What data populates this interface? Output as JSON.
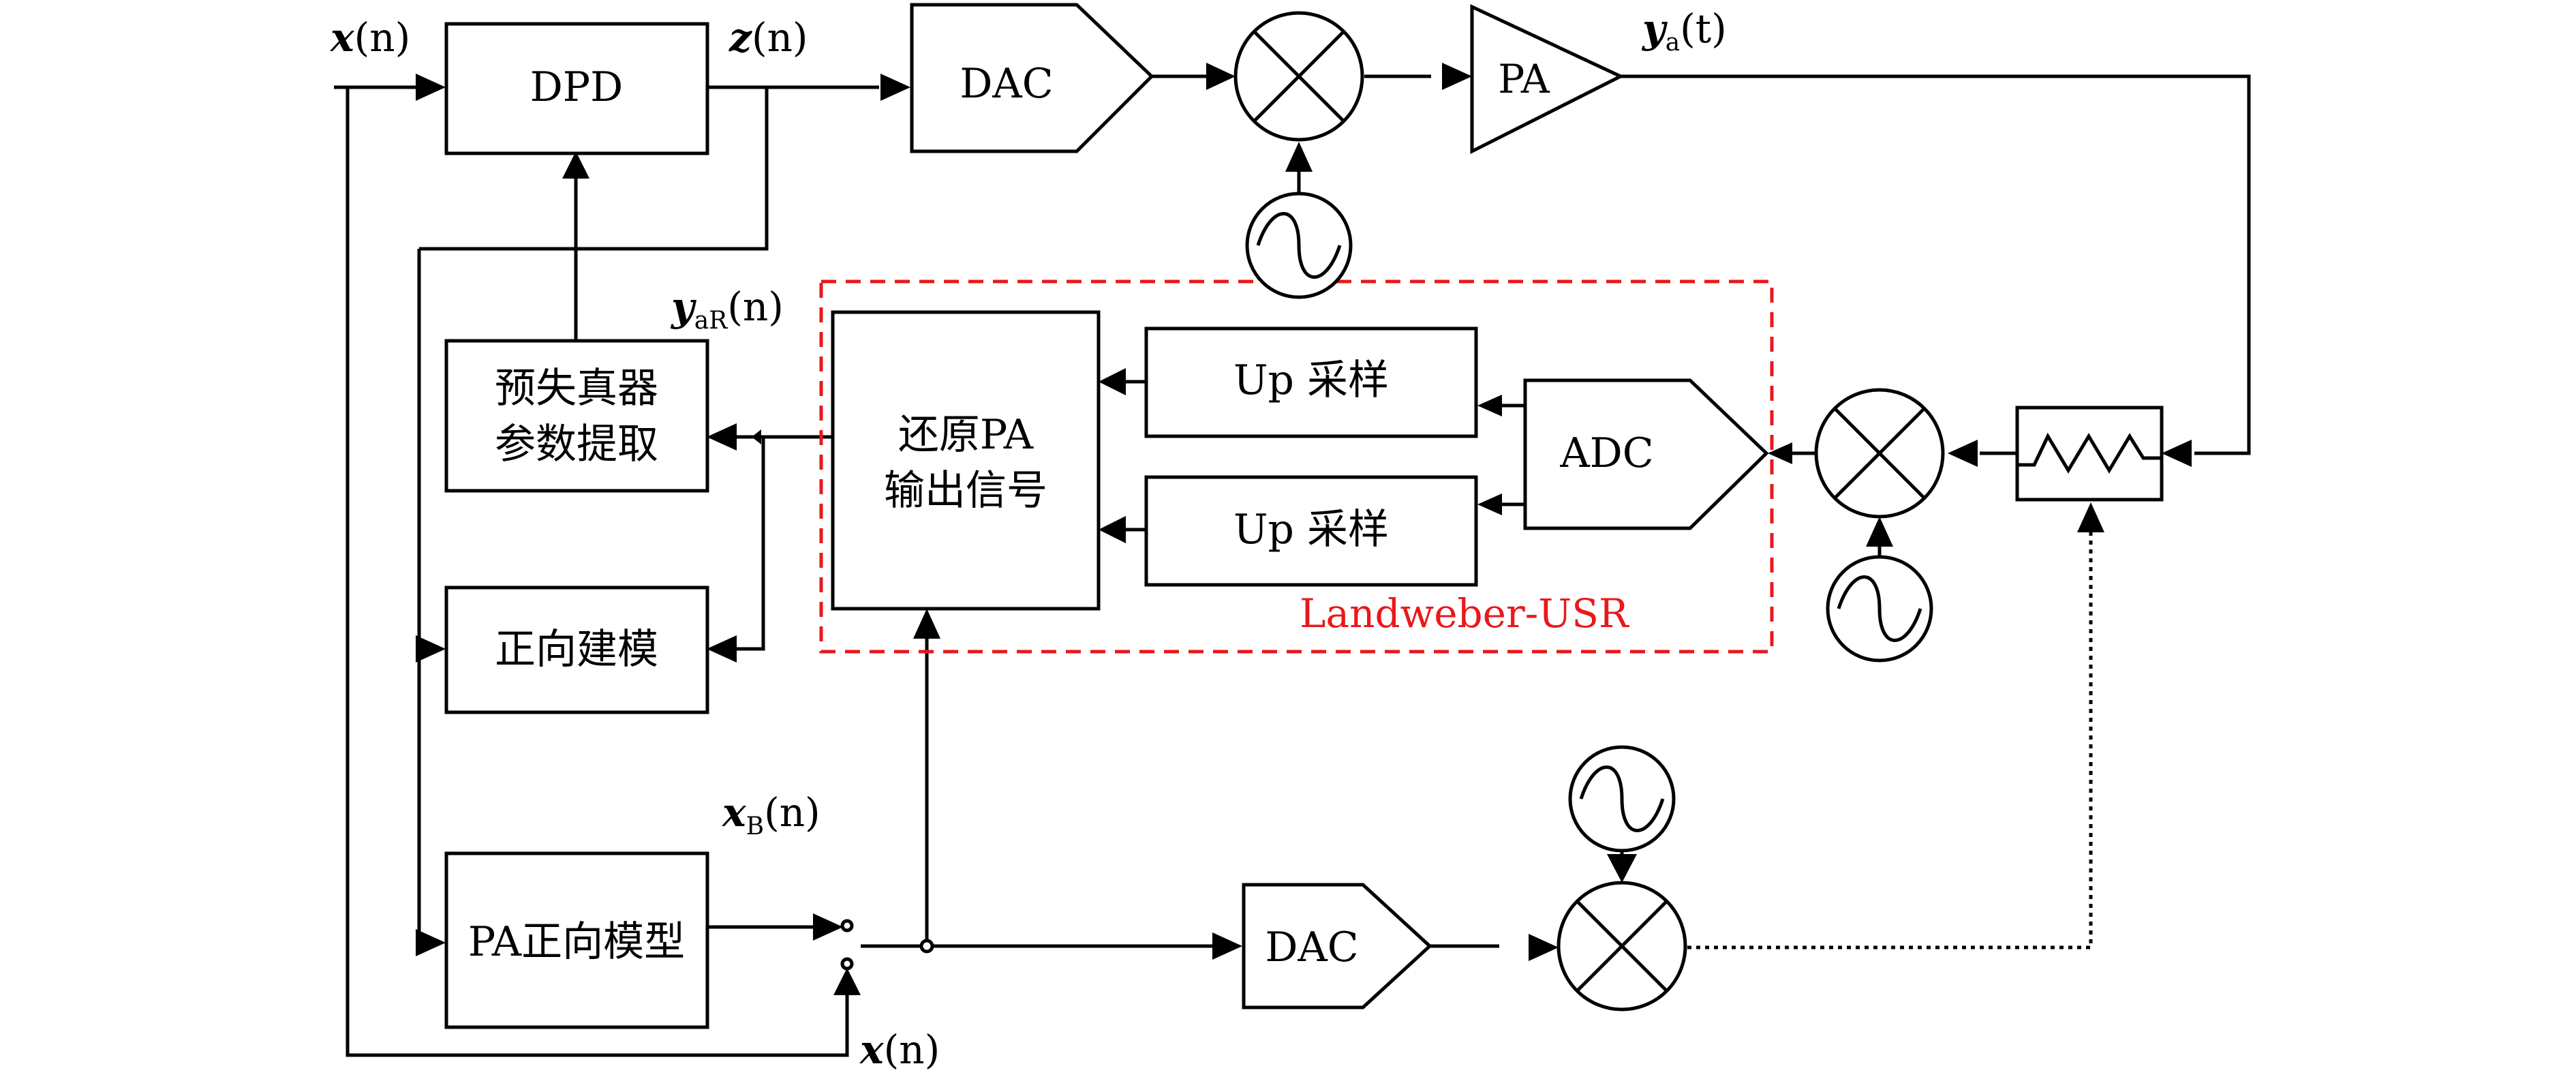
{
  "blocks": {
    "dpd": "DPD",
    "dac_top": "DAC",
    "pa": "PA",
    "predistorter_line1": "预失真器",
    "predistorter_line2": "参数提取",
    "restore_line1": "还原PA",
    "restore_line2": "输出信号",
    "up_sample_1": "Up 采样",
    "up_sample_2": "Up 采样",
    "adc": "ADC",
    "forward_modeling": "正向建模",
    "pa_forward_model": "PA正向模型",
    "dac_bottom": "DAC",
    "region_label": "Landweber-USR"
  },
  "signals": {
    "x_in": {
      "sym": "x",
      "arg": "(n)"
    },
    "z_out": {
      "sym": "z",
      "arg": "(n)"
    },
    "ya": {
      "sym": "y",
      "sub": "a",
      "arg": "(t)"
    },
    "yaR": {
      "sym": "y",
      "sub": "aR",
      "arg": "(n)"
    },
    "xB": {
      "sym": "x",
      "sub": "B",
      "arg": "(n)"
    },
    "x_bottom": {
      "sym": "x",
      "arg": "(n)"
    }
  },
  "colors": {
    "line": "#000000",
    "region": "#e8191c",
    "background": "#ffffff"
  }
}
